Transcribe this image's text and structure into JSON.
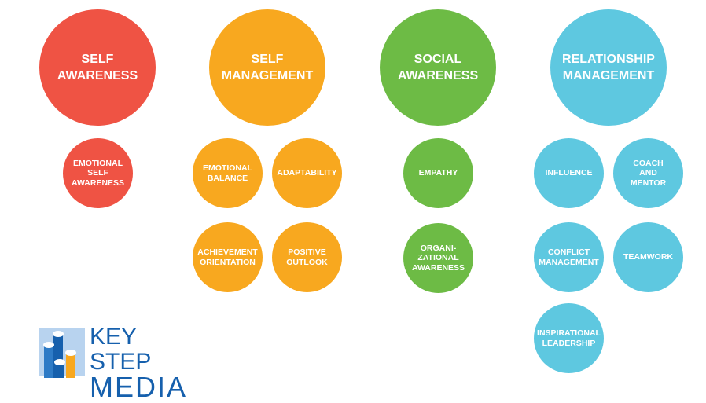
{
  "colors": {
    "self_awareness": "#ef5344",
    "self_management": "#f8a81f",
    "social_awareness": "#6dbb45",
    "relationship_management": "#5ec8e0",
    "logo_blue": "#1660ad"
  },
  "domains": [
    {
      "label": "SELF\nAWARENESS",
      "competencies": [
        "EMOTIONAL\nSELF\nAWARENESS"
      ]
    },
    {
      "label": "SELF\nMANAGEMENT",
      "competencies": [
        "EMOTIONAL\nBALANCE",
        "ADAPTABILITY",
        "ACHIEVEMENT\nORIENTATION",
        "POSITIVE\nOUTLOOK"
      ]
    },
    {
      "label": "SOCIAL\nAWARENESS",
      "competencies": [
        "EMPATHY",
        "ORGANI-\nZATIONAL\nAWARENESS"
      ]
    },
    {
      "label": "RELATIONSHIP\nMANAGEMENT",
      "competencies": [
        "INFLUENCE",
        "COACH\nAND\nMENTOR",
        "CONFLICT\nMANAGEMENT",
        "TEAMWORK",
        "INSPIRATIONAL\nLEADERSHIP"
      ]
    }
  ],
  "logo": {
    "line1": "KEY STEP",
    "line2": "MEDIA"
  }
}
